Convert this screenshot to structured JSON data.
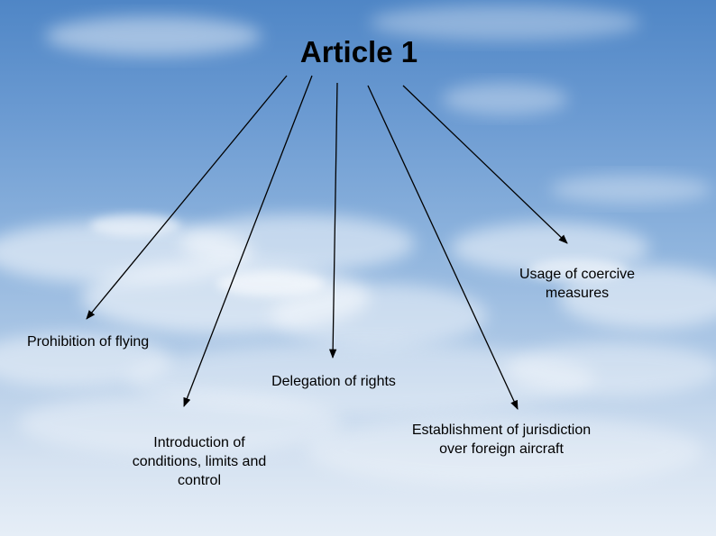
{
  "diagram": {
    "title": "Article 1",
    "nodes": [
      {
        "id": "usage",
        "label_lines": [
          "Usage of coercive",
          "measures"
        ]
      },
      {
        "id": "prohibition",
        "label_lines": [
          "Prohibition of flying"
        ]
      },
      {
        "id": "delegation",
        "label_lines": [
          "Delegation of rights"
        ]
      },
      {
        "id": "introduction",
        "label_lines": [
          "Introduction of",
          "conditions, limits and",
          "control"
        ]
      },
      {
        "id": "establishment",
        "label_lines": [
          "Establishment of jurisdiction",
          "over foreign aircraft"
        ]
      }
    ],
    "edges": [
      {
        "from": "title",
        "to": "prohibition"
      },
      {
        "from": "title",
        "to": "introduction"
      },
      {
        "from": "title",
        "to": "delegation"
      },
      {
        "from": "title",
        "to": "establishment"
      },
      {
        "from": "title",
        "to": "usage"
      }
    ]
  }
}
